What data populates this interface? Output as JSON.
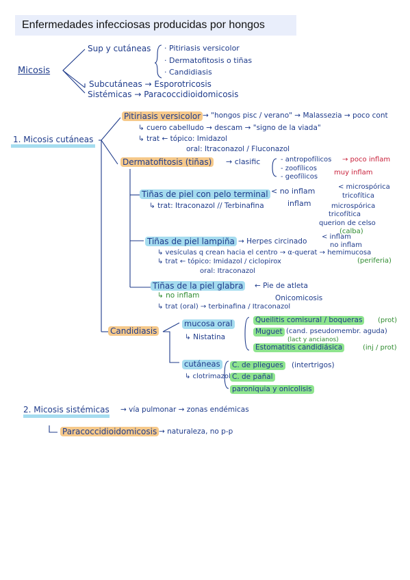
{
  "title": "Enfermedades infecciosas producidas por hongos",
  "micosis": {
    "root": "Micosis",
    "sup": "Sup y cutáneas",
    "sup_items": [
      "· Pitiriasis versicolor",
      "· Dermatofitosis o tiñas",
      "· Candidiasis"
    ],
    "subcut": "Subcutáneas → Esporotricosis",
    "sistem": "Sistémicas → Paracoccidioidomicosis"
  },
  "sec1": {
    "label": "1. Micosis cutáneas",
    "pitiriasis": {
      "name": "Pitiriasis versicolor",
      "line1": "→ \"hongos pisc / verano\" → Malassezia → poco cont",
      "line2": "↳ cuero cabelludo → descam → \"signo de la viada\"",
      "line3": "↳ trat ← tópico: Imidazol",
      "line4": "oral: Itraconazol / Fluconazol"
    },
    "dermato": {
      "name": "Dermatofitosis (tiñas)",
      "clasif": "→ clasific",
      "c1": "- antropofílicos",
      "c1r": "→ poco inflam",
      "c2": "- zoofílicos",
      "c3": "- geofílicos",
      "c23r": "muy inflam"
    },
    "pelo": {
      "name": "Tiñas de piel con pelo terminal",
      "trat": "↳ trat: Itraconazol // Terbinafina",
      "noinflam": "< no inflam",
      "inflam": "inflam",
      "m1": "< microspórica",
      "m2": "tricofítica",
      "m3": "microspórica",
      "m4": "tricofítica",
      "m5": "querion de celso",
      "m5g": "(calba)"
    },
    "lampina": {
      "name": "Tiñas de piel lampiña",
      "herpes": "→ Herpes circinado",
      "inflam": "< inflam",
      "noinflam": "no inflam",
      "l2": "↳ vesículas q crean hacia el centro → α-querat → hemimucosa",
      "l2g": "(periferia)",
      "l3": "↳ trat ← tópico: Imidazol / ciclopirox",
      "l4": "oral: Itraconazol"
    },
    "glabra": {
      "name": "Tiñas de la piel glabra",
      "pie": "← Pie de atleta",
      "ony": "Onicomicosis",
      "noinflam": "↳ no inflam",
      "trat": "↳ trat (oral) → terbinafina / Itraconazol"
    },
    "cand": {
      "name": "Candidiasis",
      "mucosa": "mucosa oral",
      "nist": "↳ Nistatina",
      "q1": "Queilitis comisural / boqueras",
      "q1g": "(prot)",
      "q2": "Muguet",
      "q2b": "(cand. pseudomembr. aguda)",
      "q2g": "(lact y ancianos)",
      "q3": "Estomatitis candidiásica",
      "q3g": "(inj / prot)",
      "cut": "cutáneas",
      "clot": "↳ clotrimazol",
      "c1": "C. de pliegues",
      "c1b": "(intertrigos)",
      "c2": "C. de pañal",
      "c3": "paroniquia y onicolisis"
    }
  },
  "sec2": {
    "label": "2. Micosis sistémicas",
    "rest": "→ vía pulmonar → zonas endémicas",
    "para": "Paracoccidioidomicosis",
    "rest2": "→ naturaleza, no p-p"
  }
}
